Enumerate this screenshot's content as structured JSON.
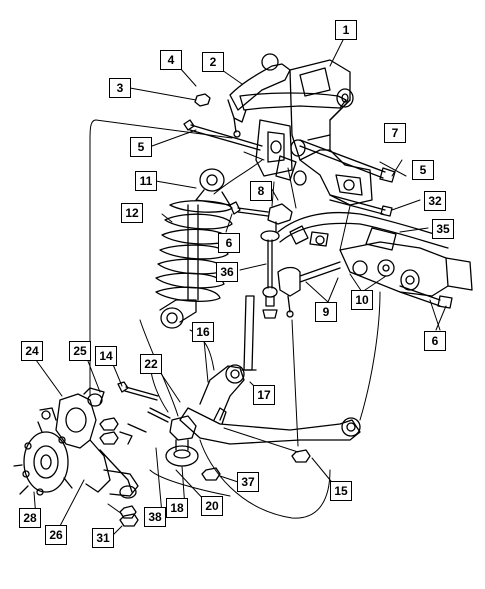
{
  "diagram": {
    "callouts": [
      {
        "id": "c1",
        "label": "1"
      },
      {
        "id": "c2",
        "label": "2"
      },
      {
        "id": "c3",
        "label": "3"
      },
      {
        "id": "c4",
        "label": "4"
      },
      {
        "id": "c5a",
        "label": "5"
      },
      {
        "id": "c5b",
        "label": "5"
      },
      {
        "id": "c6a",
        "label": "6"
      },
      {
        "id": "c6b",
        "label": "6"
      },
      {
        "id": "c7",
        "label": "7"
      },
      {
        "id": "c8",
        "label": "8"
      },
      {
        "id": "c9",
        "label": "9"
      },
      {
        "id": "c10",
        "label": "10"
      },
      {
        "id": "c11",
        "label": "11"
      },
      {
        "id": "c12",
        "label": "12"
      },
      {
        "id": "c14",
        "label": "14"
      },
      {
        "id": "c15",
        "label": "15"
      },
      {
        "id": "c16",
        "label": "16"
      },
      {
        "id": "c17",
        "label": "17"
      },
      {
        "id": "c18",
        "label": "18"
      },
      {
        "id": "c20",
        "label": "20"
      },
      {
        "id": "c22",
        "label": "22"
      },
      {
        "id": "c24",
        "label": "24"
      },
      {
        "id": "c25",
        "label": "25"
      },
      {
        "id": "c26",
        "label": "26"
      },
      {
        "id": "c28",
        "label": "28"
      },
      {
        "id": "c31",
        "label": "31"
      },
      {
        "id": "c32",
        "label": "32"
      },
      {
        "id": "c35",
        "label": "35"
      },
      {
        "id": "c36",
        "label": "36"
      },
      {
        "id": "c37",
        "label": "37"
      },
      {
        "id": "c38",
        "label": "38"
      }
    ]
  }
}
